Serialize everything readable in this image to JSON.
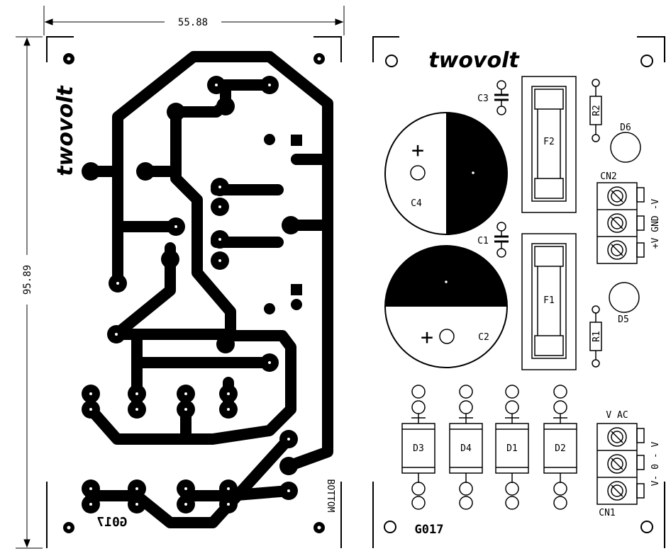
{
  "dimensions": {
    "width_label": "55.88",
    "height_label": "95.89"
  },
  "bottom_view": {
    "brand": "twovolt",
    "code": "G017",
    "side_label": "BOTTOM"
  },
  "top_view": {
    "brand": "twovolt",
    "code": "G017",
    "components": {
      "c1": "C1",
      "c2": "C2",
      "c3": "C3",
      "c4": "C4",
      "f1": "F1",
      "f2": "F2",
      "r1": "R1",
      "r2": "R2",
      "d1": "D1",
      "d2": "D2",
      "d3": "D3",
      "d4": "D4",
      "d5": "D5",
      "d6": "D6",
      "cn1": "CN1",
      "cn2": "CN2"
    },
    "cn2_pins": "+V GND -V",
    "cn1_title": "V AC",
    "cn1_pins": "V- 0 - V",
    "plus_sign": "+"
  },
  "colors": {
    "copper": "#000000",
    "background": "#ffffff"
  }
}
